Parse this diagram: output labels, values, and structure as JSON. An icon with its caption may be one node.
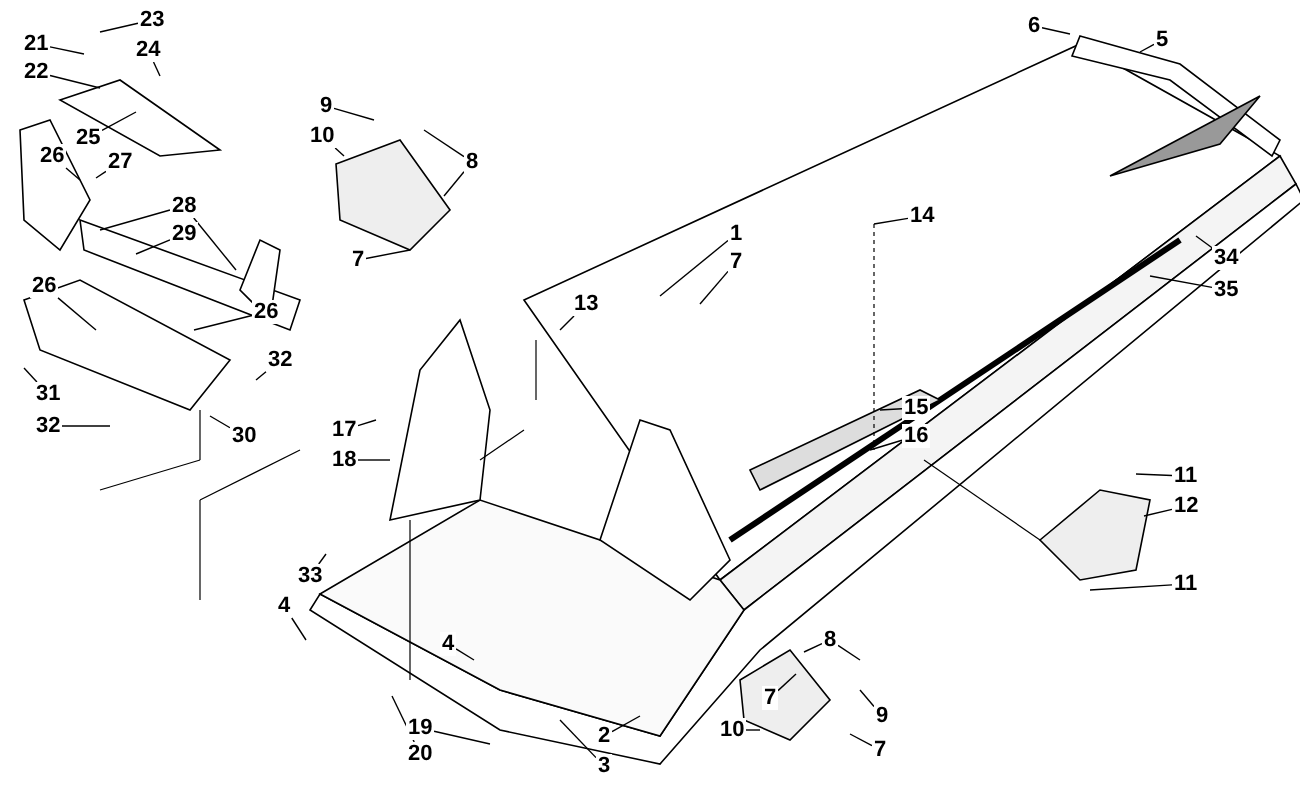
{
  "diagram": {
    "nodes": [
      {
        "text": [
          "23"
        ]
      },
      {
        "text": [
          "21"
        ]
      },
      {
        "text": [
          "24"
        ]
      },
      {
        "text": [
          "22"
        ]
      },
      {
        "text": [
          "25"
        ]
      },
      {
        "text": [
          "26"
        ]
      },
      {
        "text": [
          "27"
        ]
      },
      {
        "text": [
          "28"
        ]
      },
      {
        "text": [
          "29"
        ]
      },
      {
        "text": [
          "26"
        ]
      },
      {
        "text": [
          "26"
        ]
      },
      {
        "text": [
          "32"
        ]
      },
      {
        "text": [
          "31"
        ]
      },
      {
        "text": [
          "32"
        ]
      },
      {
        "text": [
          "30"
        ]
      },
      {
        "text": [
          "9"
        ]
      },
      {
        "text": [
          "10"
        ]
      },
      {
        "text": [
          "8"
        ]
      },
      {
        "text": [
          "7"
        ]
      },
      {
        "text": [
          "1"
        ]
      },
      {
        "text": [
          "7"
        ]
      },
      {
        "text": [
          "13"
        ]
      },
      {
        "text": [
          "14"
        ]
      },
      {
        "text": [
          "6"
        ]
      },
      {
        "text": [
          "5"
        ]
      },
      {
        "text": [
          "34"
        ]
      },
      {
        "text": [
          "35"
        ]
      },
      {
        "text": [
          "15"
        ]
      },
      {
        "text": [
          "16"
        ]
      },
      {
        "text": [
          "17"
        ]
      },
      {
        "text": [
          "18"
        ]
      },
      {
        "text": [
          "33"
        ]
      },
      {
        "text": [
          "4"
        ]
      },
      {
        "text": [
          "4"
        ]
      },
      {
        "text": [
          "11"
        ]
      },
      {
        "text": [
          "12"
        ]
      },
      {
        "text": [
          "11"
        ]
      },
      {
        "text": [
          "19"
        ]
      },
      {
        "text": [
          "20"
        ]
      },
      {
        "text": [
          "2"
        ]
      },
      {
        "text": [
          "3"
        ]
      },
      {
        "text": [
          "8"
        ]
      },
      {
        "text": [
          "7"
        ]
      },
      {
        "text": [
          "9"
        ]
      },
      {
        "text": [
          "10"
        ]
      },
      {
        "text": [
          "7"
        ]
      }
    ],
    "edges": [
      {
        "from": 0,
        "to": null,
        "arrow": "none"
      },
      {
        "from": 1,
        "to": null,
        "arrow": "none"
      },
      {
        "from": 2,
        "to": null,
        "arrow": "none"
      },
      {
        "from": 3,
        "to": null,
        "arrow": "none"
      },
      {
        "from": 4,
        "to": null,
        "arrow": "none"
      },
      {
        "from": 5,
        "to": null,
        "arrow": "none"
      },
      {
        "from": 6,
        "to": null,
        "arrow": "none"
      },
      {
        "from": 7,
        "to": null,
        "arrow": "none"
      },
      {
        "from": 7,
        "to": null,
        "arrow": "none"
      },
      {
        "from": 8,
        "to": null,
        "arrow": "none"
      },
      {
        "from": 9,
        "to": null,
        "arrow": "none"
      },
      {
        "from": 10,
        "to": null,
        "arrow": "none"
      },
      {
        "from": 11,
        "to": null,
        "arrow": "none"
      },
      {
        "from": 12,
        "to": null,
        "arrow": "none"
      },
      {
        "from": 13,
        "to": null,
        "arrow": "none"
      },
      {
        "from": 14,
        "to": null,
        "arrow": "none"
      },
      {
        "from": 15,
        "to": null,
        "arrow": "none"
      },
      {
        "from": 16,
        "to": null,
        "arrow": "none"
      },
      {
        "from": 17,
        "to": null,
        "arrow": "none"
      },
      {
        "from": 17,
        "to": null,
        "arrow": "none"
      },
      {
        "from": 18,
        "to": null,
        "arrow": "none"
      },
      {
        "from": 19,
        "to": null,
        "arrow": "none"
      },
      {
        "from": 20,
        "to": null,
        "arrow": "none"
      },
      {
        "from": 21,
        "to": null,
        "arrow": "none"
      },
      {
        "from": 22,
        "to": null,
        "arrow": "none"
      },
      {
        "from": 23,
        "to": null,
        "arrow": "none"
      },
      {
        "from": 24,
        "to": null,
        "arrow": "none"
      },
      {
        "from": 25,
        "to": null,
        "arrow": "none"
      },
      {
        "from": 26,
        "to": null,
        "arrow": "none"
      },
      {
        "from": 27,
        "to": null,
        "arrow": "none"
      },
      {
        "from": 28,
        "to": null,
        "arrow": "none"
      },
      {
        "from": 29,
        "to": null,
        "arrow": "none"
      },
      {
        "from": 30,
        "to": null,
        "arrow": "none"
      },
      {
        "from": 31,
        "to": null,
        "arrow": "none"
      },
      {
        "from": 32,
        "to": null,
        "arrow": "none"
      },
      {
        "from": 33,
        "to": null,
        "arrow": "none"
      },
      {
        "from": 34,
        "to": null,
        "arrow": "none"
      },
      {
        "from": 35,
        "to": null,
        "arrow": "none"
      },
      {
        "from": 36,
        "to": null,
        "arrow": "none"
      },
      {
        "from": 37,
        "to": null,
        "arrow": "none"
      },
      {
        "from": 38,
        "to": null,
        "arrow": "none"
      },
      {
        "from": 39,
        "to": null,
        "arrow": "none"
      },
      {
        "from": 40,
        "to": null,
        "arrow": "none"
      },
      {
        "from": 41,
        "to": null,
        "arrow": "none"
      },
      {
        "from": 41,
        "to": null,
        "arrow": "none"
      },
      {
        "from": 42,
        "to": null,
        "arrow": "none"
      },
      {
        "from": 43,
        "to": null,
        "arrow": "none"
      },
      {
        "from": 44,
        "to": null,
        "arrow": "none"
      },
      {
        "from": 45,
        "to": null,
        "arrow": "none"
      }
    ]
  }
}
